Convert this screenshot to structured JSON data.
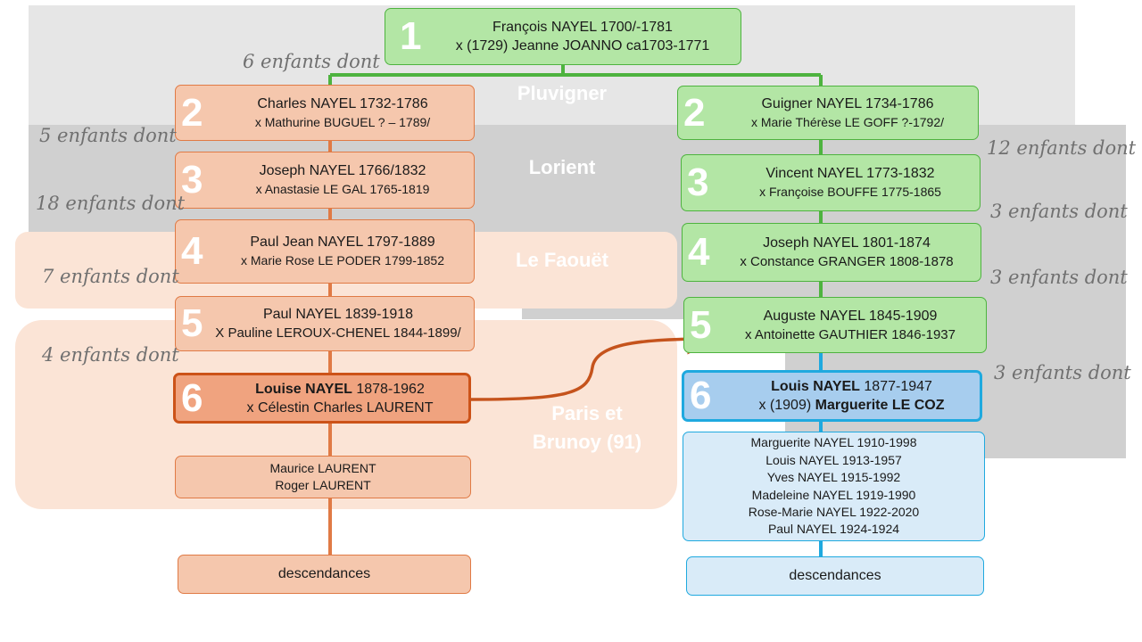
{
  "regions": {
    "pluvigner": "Pluvigner",
    "lorient": "Lorient",
    "le_faouet": "Le Faouët",
    "paris_line1": "Paris et",
    "paris_line2": "Brunoy (91)"
  },
  "root": {
    "number": "1",
    "name": "François NAYEL 1700/-1781",
    "spouse": "x (1729) Jeanne JOANNO ca1703-1771"
  },
  "left_branch": [
    {
      "number": "2",
      "name": "Charles NAYEL 1732-1786",
      "spouse": "x Mathurine BUGUEL ? – 1789/"
    },
    {
      "number": "3",
      "name": "Joseph NAYEL 1766/1832",
      "spouse": "x Anastasie LE GAL 1765-1819"
    },
    {
      "number": "4",
      "name": "Paul Jean NAYEL 1797-1889",
      "spouse": "x Marie Rose LE PODER 1799-1852"
    },
    {
      "number": "5",
      "name": "Paul NAYEL 1839-1918",
      "spouse": "X Pauline LEROUX-CHENEL 1844-1899/"
    },
    {
      "number": "6",
      "name_bold": "Louise NAYEL",
      "name_rest": " 1878-1962",
      "spouse": "x Célestin Charles LAURENT"
    }
  ],
  "right_branch": [
    {
      "number": "2",
      "name": "Guigner NAYEL 1734-1786",
      "spouse": "x Marie Thérèse LE GOFF ?-1792/"
    },
    {
      "number": "3",
      "name": "Vincent NAYEL 1773-1832",
      "spouse": "x Françoise BOUFFE 1775-1865"
    },
    {
      "number": "4",
      "name": "Joseph NAYEL 1801-1874",
      "spouse": "x Constance GRANGER 1808-1878"
    },
    {
      "number": "5",
      "name": "Auguste NAYEL 1845-1909",
      "spouse": "x Antoinette GAUTHIER 1846-1937"
    },
    {
      "number": "6",
      "name_bold": "Louis NAYEL",
      "name_rest": " 1877-1947",
      "spouse_prefix": "x (1909) ",
      "spouse_bold": "Marguerite LE COZ"
    }
  ],
  "left_children": [
    "Maurice LAURENT",
    "Roger LAURENT"
  ],
  "right_children": [
    "Marguerite NAYEL 1910-1998",
    "Louis NAYEL 1913-1957",
    "Yves NAYEL 1915-1992",
    "Madeleine NAYEL 1919-1990",
    "Rose-Marie NAYEL 1922-2020",
    "Paul NAYEL 1924-1924"
  ],
  "descendances_left": "descendances",
  "descendances_right": "descendances",
  "notes": {
    "n1": "6 enfants dont",
    "n2": "5 enfants dont",
    "n3": "18 enfants dont",
    "n4": "7 enfants dont",
    "n5": "4 enfants dont",
    "n6": "12 enfants dont",
    "n7": "3 enfants dont",
    "n8": "3 enfants dont",
    "n9": "3 enfants dont"
  },
  "colors": {
    "orange_line": "#e07a45",
    "green_line": "#4eb33f",
    "blue_line": "#1fa9df",
    "arrow": "#c5531c"
  }
}
